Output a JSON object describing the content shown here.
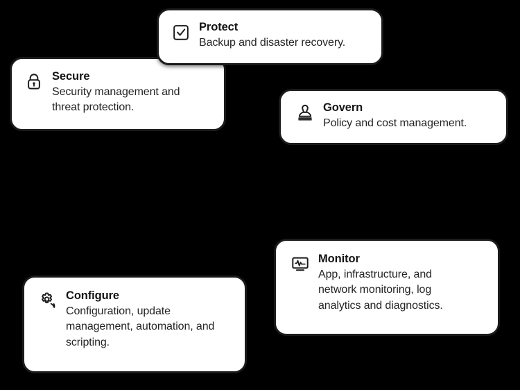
{
  "diagram": {
    "background_color": "#000000",
    "card_background": "#ffffff",
    "card_border_color": "#1b1b1b",
    "title_color": "#141414",
    "text_color": "#242424",
    "cards": [
      {
        "id": "protect",
        "icon": "checkbox-checked-icon",
        "title": "Protect",
        "description": "Backup and disaster recovery."
      },
      {
        "id": "secure",
        "icon": "lock-icon",
        "title": "Secure",
        "description": "Security management and threat protection."
      },
      {
        "id": "govern",
        "icon": "stamp-icon",
        "title": "Govern",
        "description": "Policy and cost management."
      },
      {
        "id": "monitor",
        "icon": "monitor-pulse-icon",
        "title": "Monitor",
        "description": "App, infrastructure, and network monitoring, log analytics and diagnostics."
      },
      {
        "id": "configure",
        "icon": "gear-icon",
        "title": "Configure",
        "description": "Configuration, update management, automation, and scripting."
      }
    ]
  }
}
